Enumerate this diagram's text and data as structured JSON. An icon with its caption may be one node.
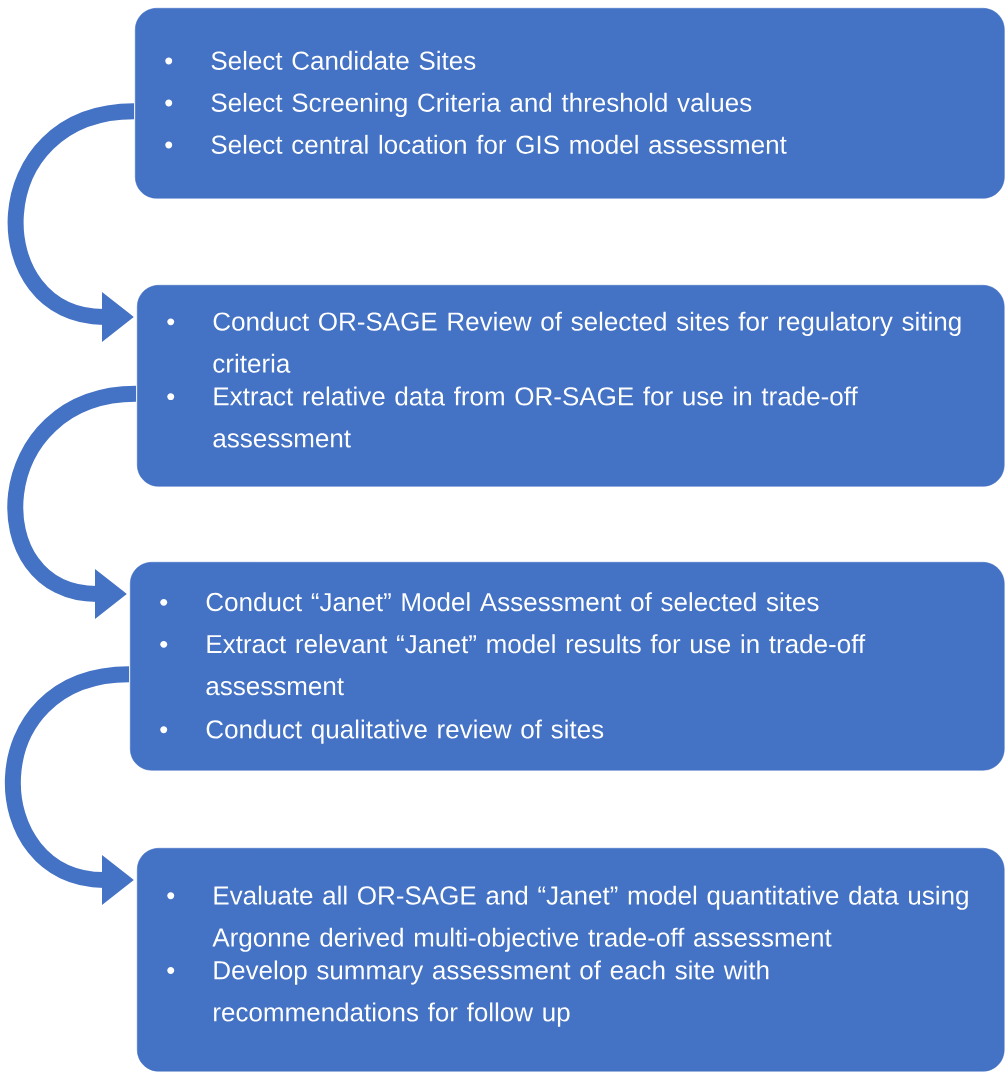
{
  "diagram": {
    "nodes": [
      {
        "text": [
          "Select Candidate Sites",
          "Select Screening Criteria and threshold values",
          "Select central location for GIS model assessment"
        ]
      },
      {
        "text": [
          "Conduct OR-SAGE Review of selected sites for regulatory siting criteria",
          "Extract relative data from OR-SAGE for use in trade-off assessment"
        ]
      },
      {
        "text": [
          "Conduct “Janet” Model Assessment of selected sites",
          "Extract relevant “Janet” model results for use in trade-off assessment",
          "Conduct qualitative review of sites"
        ]
      },
      {
        "text": [
          "Evaluate all OR-SAGE and “Janet” model quantitative data using Argonne derived multi-objective trade-off assessment",
          "Develop summary assessment of each site with recommendations for follow up"
        ]
      }
    ],
    "edges": [
      {
        "from": 0,
        "to": 1,
        "arrow": "to"
      },
      {
        "from": 1,
        "to": 2,
        "arrow": "to"
      },
      {
        "from": 2,
        "to": 3,
        "arrow": "to"
      }
    ]
  }
}
